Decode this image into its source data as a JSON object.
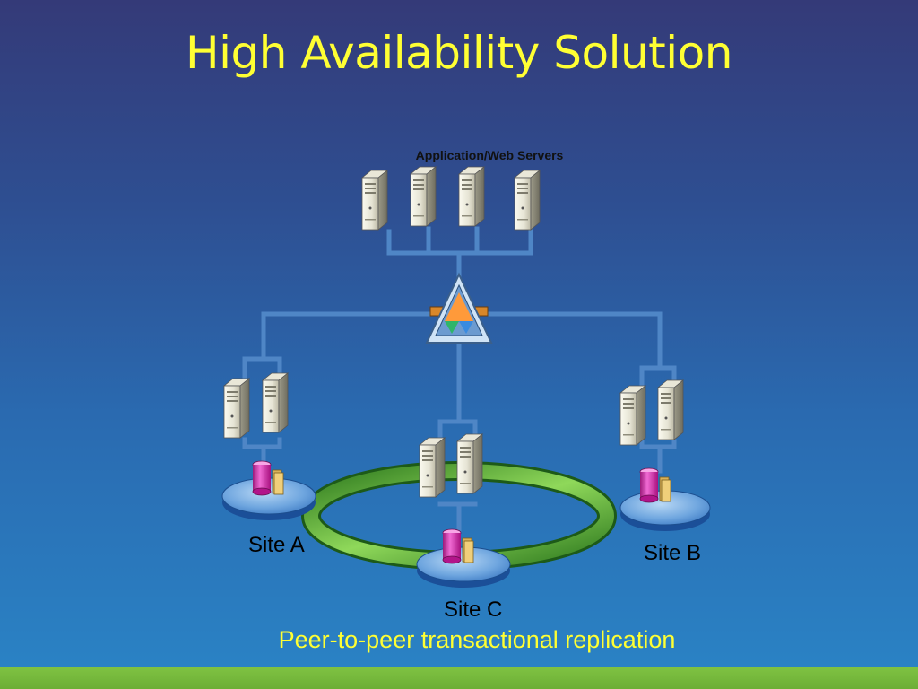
{
  "title": "High Availability Solution",
  "tier_label": "Application/Web Servers",
  "sites": [
    {
      "label": "Site A"
    },
    {
      "label": "Site B"
    },
    {
      "label": "Site C"
    }
  ],
  "caption": "Peer-to-peer transactional replication",
  "colors": {
    "title": "#ffff33",
    "background_top": "#343a78",
    "background_bottom": "#2a84c6",
    "connector": "#4f86c6",
    "ring": "#6fbf3a",
    "disk": "#2a6fc0",
    "database": "#d51ea6",
    "footer_bar": "#7fc242"
  }
}
